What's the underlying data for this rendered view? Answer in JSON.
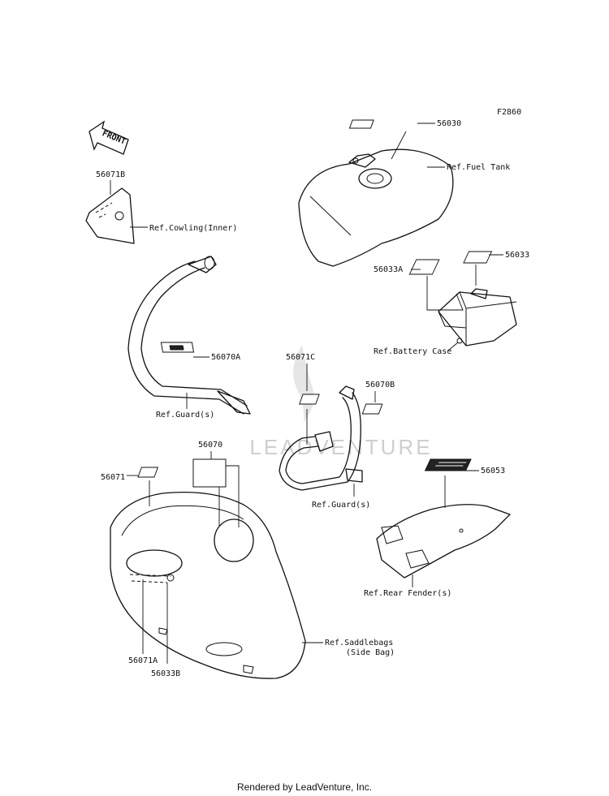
{
  "diagram_code": "F2860",
  "front_label": "FRONT",
  "watermark": "LEADVENTURE",
  "footer": "Rendered by LeadVenture, Inc.",
  "parts": {
    "p56030": "56030",
    "p56071B": "56071B",
    "p56033": "56033",
    "p56033A": "56033A",
    "p56070A": "56070A",
    "p56071C": "56071C",
    "p56070B": "56070B",
    "p56070": "56070",
    "p56071": "56071",
    "p56053": "56053",
    "p56071A": "56071A",
    "p56033B": "56033B"
  },
  "refs": {
    "fuel_tank": "Ref.Fuel Tank",
    "cowling_inner": "Ref.Cowling(Inner)",
    "battery_case": "Ref.Battery Case",
    "guard_left": "Ref.Guard(s)",
    "guard_center": "Ref.Guard(s)",
    "rear_fender": "Ref.Rear Fender(s)",
    "saddlebags_line1": "Ref.Saddlebags",
    "saddlebags_line2": "(Side Bag)"
  }
}
